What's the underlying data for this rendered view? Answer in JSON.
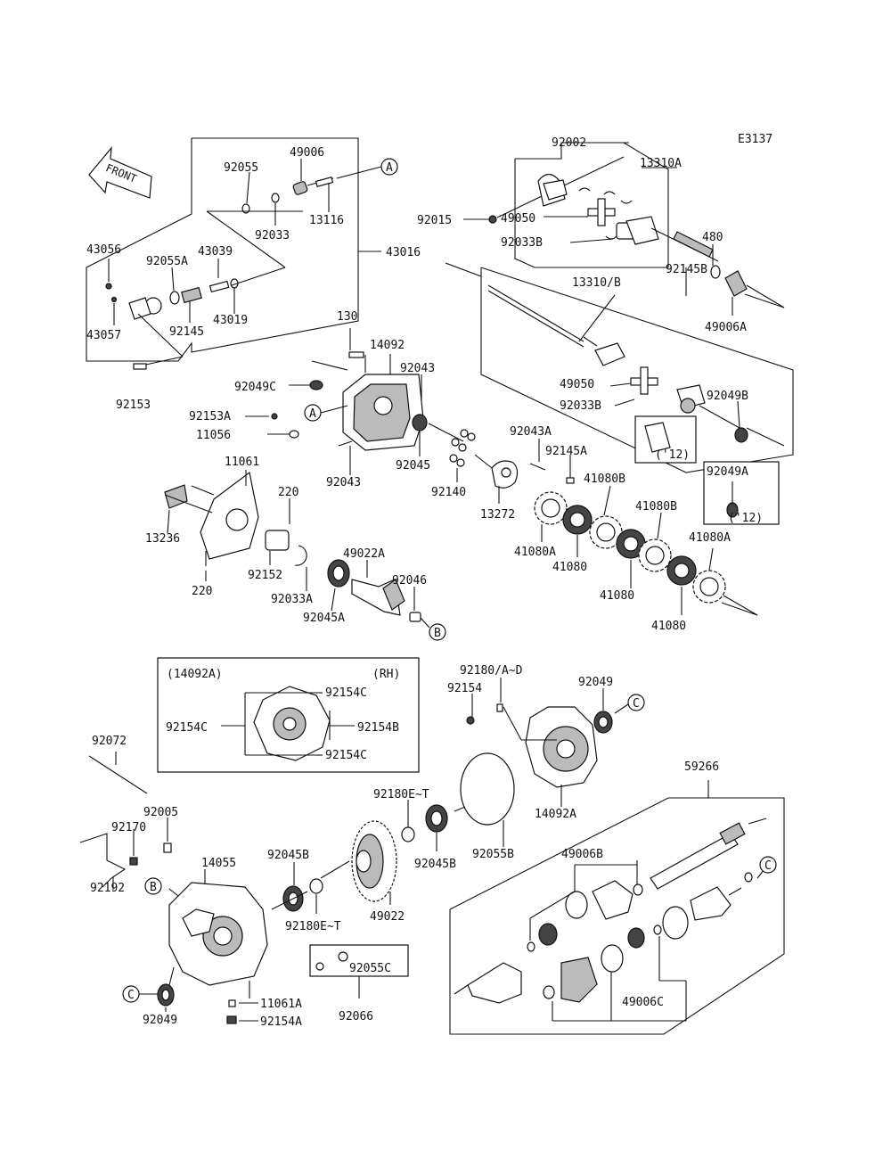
{
  "diagram": {
    "code": "E3137",
    "front_label": "FRONT",
    "callouts": {
      "a": "A",
      "b": "B",
      "c": "C"
    },
    "inset_title": "(14092A)",
    "inset_side": "(RH)",
    "year_note": "('12)",
    "labels": [
      {
        "id": "92002",
        "text": "92002"
      },
      {
        "id": "13310A",
        "text": "13310A"
      },
      {
        "id": "92015",
        "text": "92015"
      },
      {
        "id": "49050a",
        "text": "49050"
      },
      {
        "id": "92033Ba",
        "text": "92033B"
      },
      {
        "id": "480",
        "text": "480"
      },
      {
        "id": "92145B",
        "text": "92145B"
      },
      {
        "id": "49006A",
        "text": "49006A"
      },
      {
        "id": "13310B",
        "text": "13310/B"
      },
      {
        "id": "49050b",
        "text": "49050"
      },
      {
        "id": "92033Bb",
        "text": "92033B"
      },
      {
        "id": "92049B",
        "text": "92049B"
      },
      {
        "id": "92049A",
        "text": "92049A"
      },
      {
        "id": "49006",
        "text": "49006"
      },
      {
        "id": "92055",
        "text": "92055"
      },
      {
        "id": "92033",
        "text": "92033"
      },
      {
        "id": "13116",
        "text": "13116"
      },
      {
        "id": "43016",
        "text": "43016"
      },
      {
        "id": "43056",
        "text": "43056"
      },
      {
        "id": "92055A",
        "text": "92055A"
      },
      {
        "id": "43039",
        "text": "43039"
      },
      {
        "id": "43057",
        "text": "43057"
      },
      {
        "id": "92145",
        "text": "92145"
      },
      {
        "id": "43019",
        "text": "43019"
      },
      {
        "id": "92153",
        "text": "92153"
      },
      {
        "id": "130",
        "text": "130"
      },
      {
        "id": "14092",
        "text": "14092"
      },
      {
        "id": "92043a",
        "text": "92043"
      },
      {
        "id": "92049C",
        "text": "92049C"
      },
      {
        "id": "92153A",
        "text": "92153A"
      },
      {
        "id": "11056",
        "text": "11056"
      },
      {
        "id": "92043b",
        "text": "92043"
      },
      {
        "id": "92045",
        "text": "92045"
      },
      {
        "id": "92140",
        "text": "92140"
      },
      {
        "id": "92043A",
        "text": "92043A"
      },
      {
        "id": "92145A",
        "text": "92145A"
      },
      {
        "id": "13272",
        "text": "13272"
      },
      {
        "id": "41080B1",
        "text": "41080B"
      },
      {
        "id": "41080B2",
        "text": "41080B"
      },
      {
        "id": "41080A1",
        "text": "41080A"
      },
      {
        "id": "41080A2",
        "text": "41080A"
      },
      {
        "id": "41080_1",
        "text": "41080"
      },
      {
        "id": "41080_2",
        "text": "41080"
      },
      {
        "id": "41080_3",
        "text": "41080"
      },
      {
        "id": "11061",
        "text": "11061"
      },
      {
        "id": "220a",
        "text": "220"
      },
      {
        "id": "220b",
        "text": "220"
      },
      {
        "id": "13236",
        "text": "13236"
      },
      {
        "id": "92152",
        "text": "92152"
      },
      {
        "id": "92033A",
        "text": "92033A"
      },
      {
        "id": "49022A",
        "text": "49022A"
      },
      {
        "id": "92046",
        "text": "92046"
      },
      {
        "id": "92045A",
        "text": "92045A"
      },
      {
        "id": "92154C1",
        "text": "92154C"
      },
      {
        "id": "92154C2",
        "text": "92154C"
      },
      {
        "id": "92154C3",
        "text": "92154C"
      },
      {
        "id": "92154B",
        "text": "92154B"
      },
      {
        "id": "92180AD",
        "text": "92180/A~D"
      },
      {
        "id": "92154",
        "text": "92154"
      },
      {
        "id": "92049a",
        "text": "92049"
      },
      {
        "id": "92072",
        "text": "92072"
      },
      {
        "id": "92180ET1",
        "text": "92180E~T"
      },
      {
        "id": "14092A",
        "text": "14092A"
      },
      {
        "id": "59266",
        "text": "59266"
      },
      {
        "id": "92005",
        "text": "92005"
      },
      {
        "id": "92170",
        "text": "92170"
      },
      {
        "id": "14055",
        "text": "14055"
      },
      {
        "id": "92045B1",
        "text": "92045B"
      },
      {
        "id": "92045B2",
        "text": "92045B"
      },
      {
        "id": "92055B",
        "text": "92055B"
      },
      {
        "id": "49006B",
        "text": "49006B"
      },
      {
        "id": "92192",
        "text": "92192"
      },
      {
        "id": "92180ET2",
        "text": "92180E~T"
      },
      {
        "id": "49022",
        "text": "49022"
      },
      {
        "id": "92055C",
        "text": "92055C"
      },
      {
        "id": "11061A",
        "text": "11061A"
      },
      {
        "id": "92049b",
        "text": "92049"
      },
      {
        "id": "92154A",
        "text": "92154A"
      },
      {
        "id": "92066",
        "text": "92066"
      },
      {
        "id": "49006C",
        "text": "49006C"
      }
    ]
  }
}
